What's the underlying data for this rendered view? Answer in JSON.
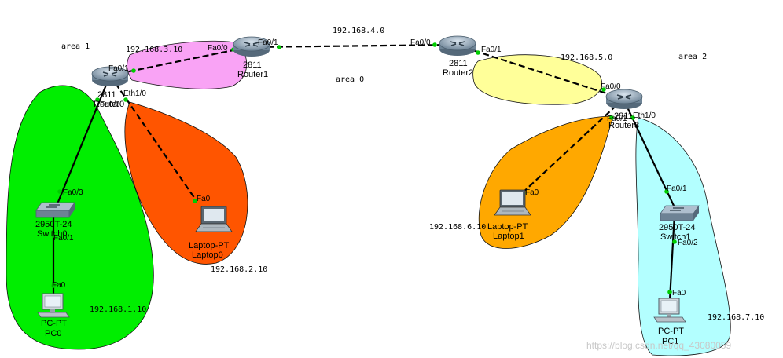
{
  "areas": {
    "area1": "area 1",
    "area0": "area 0",
    "area2": "area 2"
  },
  "networks": {
    "n1": "192.168.1.10",
    "n2": "192.168.2.10",
    "n3": "192.168.3.10",
    "n4": "192.168.4.0",
    "n5": "192.168.5.0",
    "n6": "192.168.6.10",
    "n7": "192.168.7.10"
  },
  "devices": {
    "router0": {
      "model": "2811",
      "name": "Router0"
    },
    "router1": {
      "model": "2811",
      "name": "Router1"
    },
    "router2": {
      "model": "2811",
      "name": "Router2"
    },
    "router3": {
      "model": "2811",
      "name": "Router3"
    },
    "switch0": {
      "model": "2950T-24",
      "name": "Switch0"
    },
    "switch1": {
      "model": "2950T-24",
      "name": "Switch1"
    },
    "pc0": {
      "model": "PC-PT",
      "name": "PC0"
    },
    "pc1": {
      "model": "PC-PT",
      "name": "PC1"
    },
    "laptop0": {
      "model": "Laptop-PT",
      "name": "Laptop0"
    },
    "laptop1": {
      "model": "Laptop-PT",
      "name": "Laptop1"
    }
  },
  "ports": {
    "r0_fa01": "Fa0/1",
    "r0_fa00": "Fa0/0",
    "r0_eth10": "Eth1/0",
    "r1_fa00": "Fa0/0",
    "r1_fa01": "Fa0/1",
    "r2_fa00": "Fa0/0",
    "r2_fa01": "Fa0/1",
    "r3_fa00": "Fa0/0",
    "r3_fa01": "Fa0/1",
    "r3_eth10": "Eth1/0",
    "sw0_fa03": "Fa0/3",
    "sw0_fa01": "Fa0/1",
    "sw1_fa01": "Fa0/1",
    "sw1_fa02": "Fa0/2",
    "pc0_fa0": "Fa0",
    "pc1_fa0": "Fa0",
    "lap0_fa0": "Fa0",
    "lap1_fa0": "Fa0"
  },
  "colors": {
    "green": "#00ee00",
    "orange_red": "#ff5500",
    "pink": "#f9a3f5",
    "yellow": "#ffff99",
    "orange": "#ffa800",
    "cyan": "#b3ffff"
  },
  "watermark": "https://blog.csdn.net/qq_43080059"
}
